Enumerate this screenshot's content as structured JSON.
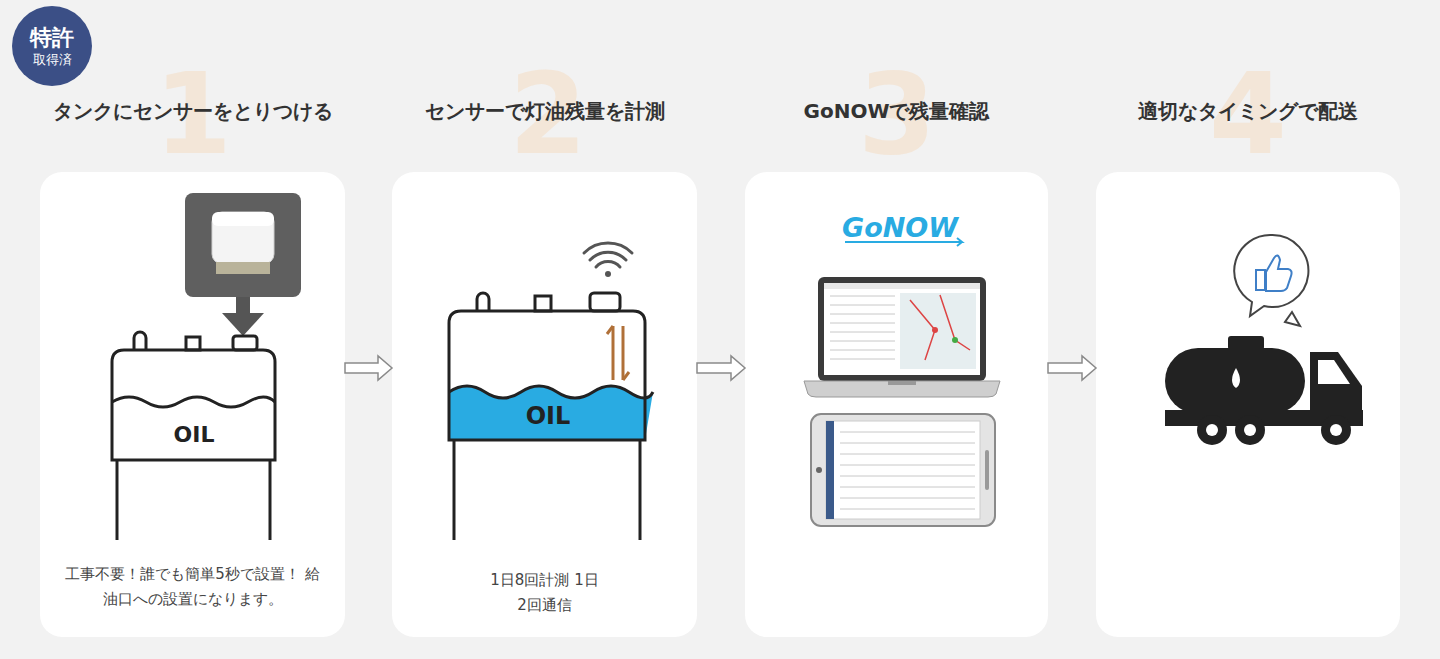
{
  "diagram": {
    "nodes": [
      {
        "text": [
          "タンクにセンサーをとりつける",
          "工事不要！誰でも簡単5秒で設置！ 給油口への設置になります。"
        ]
      },
      {
        "text": [
          "センサーで灯油残量を計測",
          "1日8回計測 1日2回通信"
        ]
      },
      {
        "text": [
          "GoNOWで残量確認"
        ]
      },
      {
        "text": [
          "適切なタイミングで配送"
        ]
      }
    ],
    "edges": [
      {
        "from": 0,
        "to": 1,
        "arrow": "to"
      },
      {
        "from": 1,
        "to": 2,
        "arrow": "to"
      },
      {
        "from": 2,
        "to": 3,
        "arrow": "to"
      }
    ],
    "labels": [
      "特許",
      "取得済",
      "1",
      "2",
      "3",
      "4",
      "OIL",
      "OIL",
      "GoNOW"
    ]
  }
}
